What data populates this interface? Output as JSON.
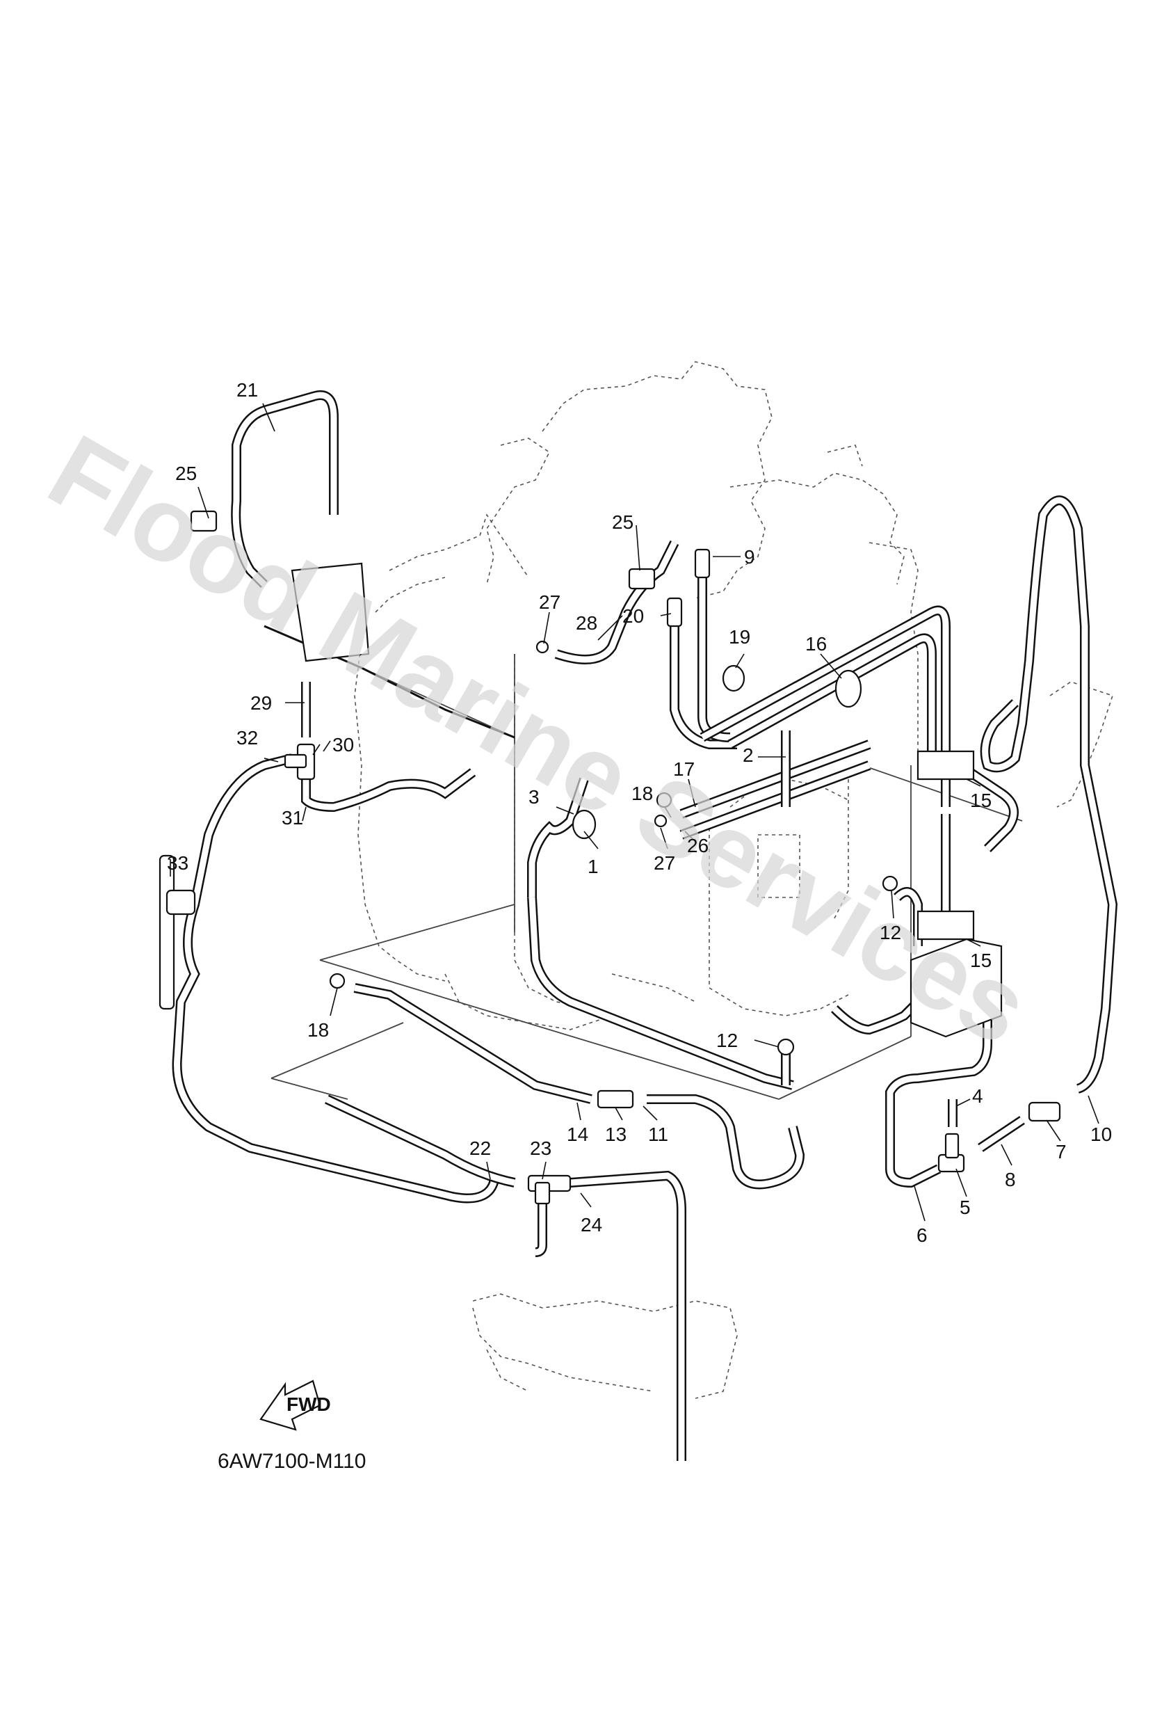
{
  "diagram": {
    "watermark": "Flood Marine Services",
    "reference_code": "6AW7100-M110",
    "fwd_label": "FWD",
    "callouts": [
      {
        "id": "c1",
        "text": "1"
      },
      {
        "id": "c2",
        "text": "2"
      },
      {
        "id": "c3",
        "text": "3"
      },
      {
        "id": "c4",
        "text": "4"
      },
      {
        "id": "c5",
        "text": "5"
      },
      {
        "id": "c6",
        "text": "6"
      },
      {
        "id": "c7",
        "text": "7"
      },
      {
        "id": "c8",
        "text": "8"
      },
      {
        "id": "c9",
        "text": "9"
      },
      {
        "id": "c10",
        "text": "10"
      },
      {
        "id": "c11",
        "text": "11"
      },
      {
        "id": "c12a",
        "text": "12"
      },
      {
        "id": "c12b",
        "text": "12"
      },
      {
        "id": "c13",
        "text": "13"
      },
      {
        "id": "c14",
        "text": "14"
      },
      {
        "id": "c15a",
        "text": "15"
      },
      {
        "id": "c15b",
        "text": "15"
      },
      {
        "id": "c16",
        "text": "16"
      },
      {
        "id": "c17",
        "text": "17"
      },
      {
        "id": "c18a",
        "text": "18"
      },
      {
        "id": "c18b",
        "text": "18"
      },
      {
        "id": "c19",
        "text": "19"
      },
      {
        "id": "c20",
        "text": "20"
      },
      {
        "id": "c21",
        "text": "21"
      },
      {
        "id": "c22",
        "text": "22"
      },
      {
        "id": "c23",
        "text": "23"
      },
      {
        "id": "c24",
        "text": "24"
      },
      {
        "id": "c25a",
        "text": "25"
      },
      {
        "id": "c25b",
        "text": "25"
      },
      {
        "id": "c26",
        "text": "26"
      },
      {
        "id": "c27a",
        "text": "27"
      },
      {
        "id": "c27b",
        "text": "27"
      },
      {
        "id": "c28",
        "text": "28"
      },
      {
        "id": "c29",
        "text": "29"
      },
      {
        "id": "c30",
        "text": "30"
      },
      {
        "id": "c31",
        "text": "31"
      },
      {
        "id": "c32",
        "text": "32"
      },
      {
        "id": "c33",
        "text": "33"
      }
    ]
  }
}
